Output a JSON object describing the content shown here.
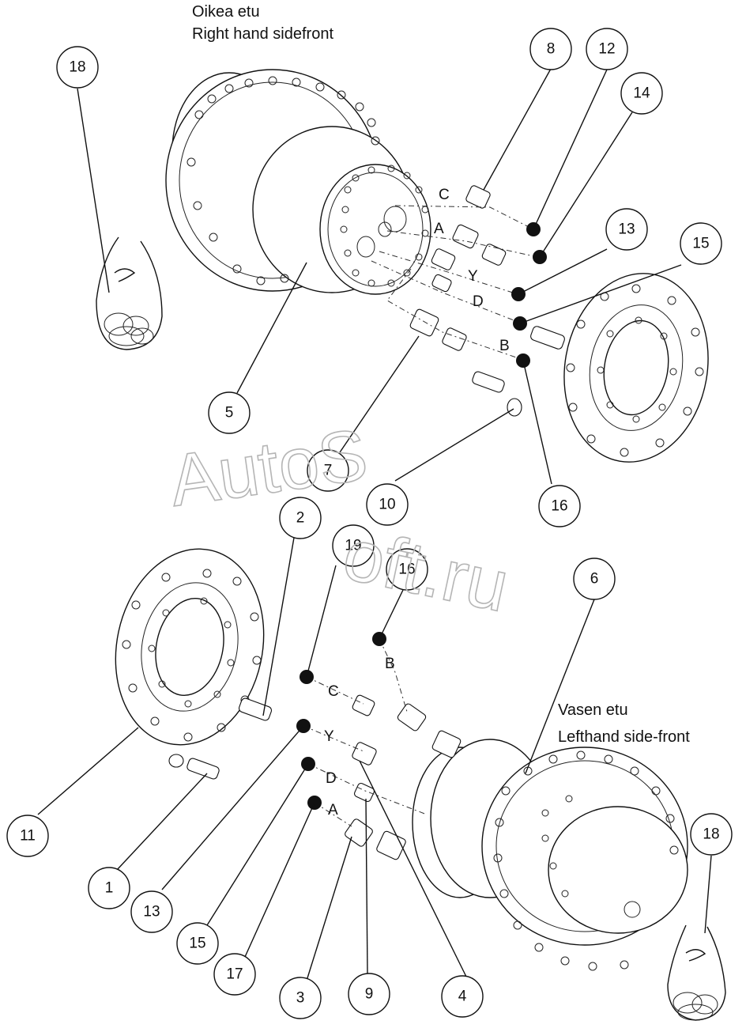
{
  "captions": {
    "right_fi": "Oikea etu",
    "right_en": "Right hand sidefront",
    "left_fi": "Vasen etu",
    "left_en": "Lefthand side-front"
  },
  "port_letters_upper": [
    "C",
    "A",
    "Y",
    "D",
    "B"
  ],
  "port_letters_lower": [
    "B",
    "C",
    "Y",
    "D",
    "A"
  ],
  "balloons": [
    "18",
    "8",
    "12",
    "14",
    "13",
    "15",
    "5",
    "7",
    "10",
    "16",
    "2",
    "19",
    "16",
    "6",
    "11",
    "1",
    "13",
    "15",
    "17",
    "3",
    "9",
    "4",
    "18"
  ],
  "watermark": "AutoSoft.ru"
}
